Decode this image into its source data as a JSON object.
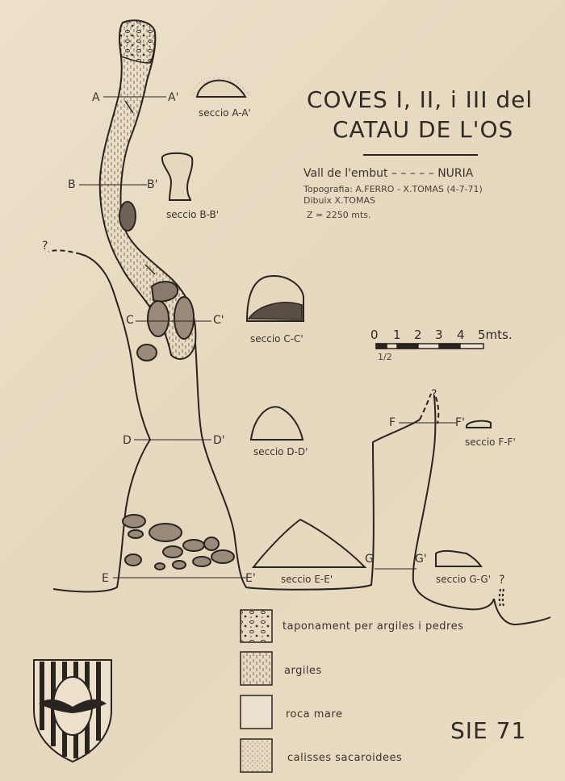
{
  "title": {
    "line1": "COVES I, II, i III del",
    "line2": "CATAU DE L'OS"
  },
  "info": {
    "location": "Vall de l'embut – – – – – NURIA",
    "topografia": "Topografia: A.FERRO - X.TOMAS (4-7-71)",
    "dibuix": "Dibuix X.TOMAS",
    "altitude": "Z = 2250 mts."
  },
  "sections": {
    "a": "seccio A-A'",
    "b": "seccio B-B'",
    "c": "seccio C-C'",
    "d": "seccio D-D'",
    "e": "seccio E-E'",
    "f": "seccio F-F'",
    "g": "seccio G-G'"
  },
  "cut_labels": {
    "a_left": "A",
    "a_right": "A'",
    "b_left": "B",
    "b_right": "B'",
    "c_left": "C",
    "c_right": "C'",
    "d_left": "D",
    "d_right": "D'",
    "e_left": "E",
    "e_right": "E'",
    "f_left": "F",
    "f_right": "F'",
    "g_left": "G",
    "g_right": "G'",
    "q1": "?",
    "q2": "?",
    "q3": "?"
  },
  "scale": {
    "ticks": [
      "0",
      "1",
      "2",
      "3",
      "4",
      "5mts."
    ],
    "fraction": "1/2"
  },
  "legend": [
    "taponament per argiles i pedres",
    "argiles",
    "roca mare",
    "calisses sacaroidees"
  ],
  "sie": "SIE 71",
  "colors": {
    "paper": "#e9dcc4",
    "ink": "#2a2420",
    "fill": "#ddc9ad",
    "rock": "#8a7a6c"
  }
}
